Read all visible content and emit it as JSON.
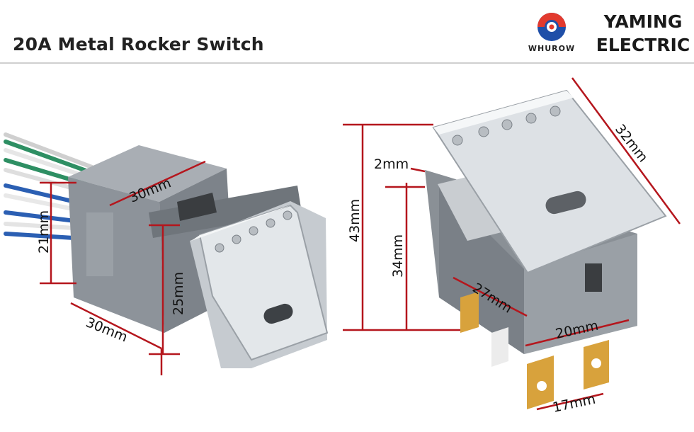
{
  "header": {
    "title": "20A Metal Rocker Switch",
    "brand_logo_text": "WHUROW",
    "brand_line1": "YAMING",
    "brand_line2": "ELECTRIC"
  },
  "left_view": {
    "dimensions": [
      "30mm",
      "21mm",
      "25mm",
      "30mm"
    ]
  },
  "right_view": {
    "dimensions": [
      "32mm",
      "2mm",
      "43mm",
      "34mm",
      "27mm",
      "20mm",
      "17mm"
    ]
  },
  "colors": {
    "dimension_line": "#b5161d",
    "housing_gray": "#8f959c",
    "chrome": "#d9dde1",
    "terminal_gold": "#d8a23c",
    "wire_green": "#2e8f63",
    "wire_blue": "#2b5fb3"
  }
}
